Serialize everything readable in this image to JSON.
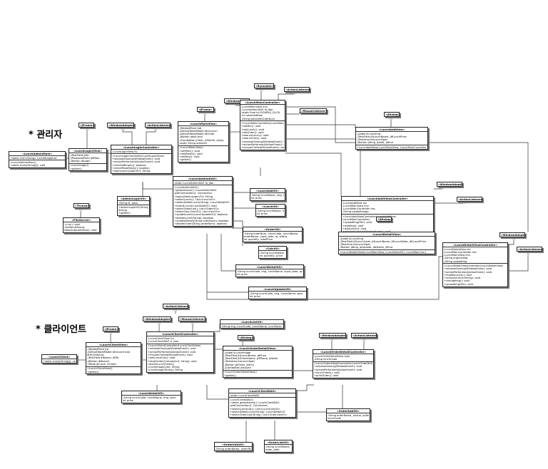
{
  "sections": {
    "admin_title": "* 관리자",
    "client_title": "* 클라이언트"
  },
  "classes": [
    {
      "id": "runnable",
      "name": "«Runnable»",
      "attrs": [],
      "ops": []
    },
    {
      "id": "actionlistener1",
      "name": "«ActionListener»",
      "attrs": [],
      "ops": []
    },
    {
      "id": "windowadapter1",
      "name": "«WindowAdapter»",
      "attrs": [],
      "ops": []
    },
    {
      "id": "mouselistener1",
      "name": "«MouseListener»",
      "attrs": [],
      "ops": []
    },
    {
      "id": "jframe1",
      "name": "«JFrame»",
      "attrs": [],
      "ops": []
    },
    {
      "id": "jdialog1",
      "name": "«JDialog»",
      "attrs": [],
      "ops": []
    },
    {
      "id": "jframe2",
      "name": "«JFrame»",
      "attrs": [],
      "ops": []
    },
    {
      "id": "windowadapter2",
      "name": "«WindowAdapter»",
      "attrs": [],
      "ops": []
    },
    {
      "id": "actionlistener2",
      "name": "«ActionListener»",
      "attrs": [],
      "ops": []
    },
    {
      "id": "lunchmainview",
      "name": "«LunchMainView»",
      "attrs": [
        "-JTabbedPane tab",
        "-DefaultTableModel dtmLunch",
        "-DefaultTableModel dtOrder",
        "-JButton addLunch",
        "-JComboBox jcYear, jcMonth, jcDay",
        "-static String adminId"
      ],
      "ops": [
        "+LunchMainView()",
        "+setYear(): void",
        "+setMonth(): void",
        "+setDay(): void",
        "+getter()"
      ]
    },
    {
      "id": "lunchmaincontroller",
      "name": "«LunchMainController»",
      "attrs": [
        "-LunchMainView lmv",
        "-LunchAdminDAO la_dao",
        "-static final int DOUBLE_CLICK",
        "-int selectedRow",
        "-String selectedOrderNum"
      ],
      "ops": [
        "+LunchMainController(LunchMain)",
        "+setDtc(): void",
        "+setLunch(): void",
        "+setOrder(): void",
        "+searchLunch(): void",
        "+searchCalc(): void",
        "+windowClosing(WindowEvent): void",
        "+actionPerformed(ActionEvent): void",
        "+mouseClicked(MouseEvent): void"
      ]
    },
    {
      "id": "lunchaddview",
      "name": "«LunchAddView»",
      "attrs": [
        "-JLabel jlLunchImg",
        "-JTextField jtfLunchName, jtfLunchPrice",
        "-JTextArea jtaLunchSpec",
        "-JButton jbImg, jbAdd, jbEnd"
      ],
      "ops": [
        "+LunchAddView(LunchMainView, LunchMainController)"
      ]
    },
    {
      "id": "lunchadminmain",
      "name": "«LunchAdminMain»",
      "attrs": [
        "+static List<String> lunchImageList"
      ],
      "ops": [
        "+LunchAdminMain()",
        "+static main(String[]): void"
      ]
    },
    {
      "id": "lunchloginview",
      "name": "«LunchLoginView»",
      "attrs": [
        "-JTextField jtfId",
        "-JPasswordField jpfPass",
        "-JButton jbLogin"
      ],
      "ops": [
        "+LunchLogin()",
        "+getter()"
      ]
    },
    {
      "id": "lunchlogincontroller",
      "name": "«LunchLoginController»",
      "attrs": [
        "-LunchLoginView llv"
      ],
      "ops": [
        "+LunchLoginController(LunchLoginView)",
        "+windowClosing(WindowEvent): void",
        "+actionPerformed(ActionEvent): void",
        "+checkIdEmpty(): boolean",
        "+checkPassEmpty(): boolean",
        "+loginLunch(LoginVO): String"
      ]
    },
    {
      "id": "thread",
      "name": "«Thread»",
      "attrs": [],
      "ops": []
    },
    {
      "id": "fileserver",
      "name": "«FileServer»",
      "attrs": [],
      "ops": [
        "+run(): void",
        "-fileSend(String,",
        "DataOutputStream): void"
      ]
    },
    {
      "id": "adminloginvo",
      "name": "«AdminLoginVO»",
      "attrs": [
        "-String id, pass"
      ],
      "ops": [
        "+AdminLoginVO(String,",
        "String)",
        "+getter()"
      ]
    },
    {
      "id": "lunchadmindao",
      "name": "«LunchAdminDAO»",
      "attrs": [
        "-static LunchAdminDAO la_dao"
      ],
      "ops": [
        "-LunchAdminDAO()",
        "+getInstance(): LunchAdminDAO",
        "-getConnection(): Connection",
        "+login(AdminLoginVO): String",
        "+selectLunch(): List<LunchVO>",
        "+selectDetailLunch(String): LunchDetailVO",
        "+insertLunch(LunchAddVO): void",
        "+selectOrderList(): List<OrderVO>",
        "+selectCalc(CalcVO): List<CalcVO>",
        "+updateLunch(LunchUpdateVO): boolean",
        "+deleteLunch(String): boolean",
        "+updateStatus(String orderNum): boolean",
        "+deleteOrder(String orderNum): boolean"
      ]
    },
    {
      "id": "lunchaddvo",
      "name": "«LunchAddVO»",
      "attrs": [
        "-String lunchName, img, spec,",
        "int price"
      ],
      "ops": []
    },
    {
      "id": "lunchvo",
      "name": "«LunchVO»",
      "attrs": [
        "-String lunchName, img,",
        "int price"
      ],
      "ops": []
    },
    {
      "id": "ordervo",
      "name": "«OrderVO»",
      "attrs": [
        "-String orderNum, lunchCode, lunchName,",
        "orderName, input_date, ip, status",
        "int quantity, totalPrice"
      ],
      "ops": []
    },
    {
      "id": "calcvo",
      "name": "«CalcVO»",
      "attrs": [
        "-String lunchName,",
        "int quantity, price"
      ],
      "ops": []
    },
    {
      "id": "lunchdetailvo",
      "name": "«LunchDetailVO»",
      "attrs": [
        "-String lunchCode, img, lunchName, input_date, spec",
        "int price"
      ],
      "ops": []
    },
    {
      "id": "lunchupdatevo",
      "name": "«LunchUpdateVO»",
      "attrs": [
        "-String lunchCode, img, lunchName, spec",
        "int price"
      ],
      "ops": []
    },
    {
      "id": "lunchaddviewcontroller",
      "name": "«LunchAddViewController»",
      "attrs": [
        "-LunchAddView lav",
        "-LunchMainView lmv",
        "-LunchMainController lmc",
        "-String uploadImage"
      ],
      "ops": [
        "+LunchAddViewController(LunchAddView,",
        "LunchMainController)",
        "+uploadImg(File): void",
        "+addImg(): void",
        "+addLunch(): void",
        "+windowClosing(WindowEvent): void",
        "+actionPerformed(ActionEvent): void"
      ]
    },
    {
      "id": "windowadapter3",
      "name": "«WindowAdapter»",
      "attrs": [],
      "ops": []
    },
    {
      "id": "actionlistener3",
      "name": "«ActionListener»",
      "attrs": [],
      "ops": []
    },
    {
      "id": "jdialog2",
      "name": "«JDialog»",
      "attrs": [],
      "ops": []
    },
    {
      "id": "lunchdetailview",
      "name": "«LunchDetailView»",
      "attrs": [
        "-JLabel jlLunchImg",
        "-JTextField jtfLunchCode, jtfLunchName, jtfLunchDate, jtfLunchPrice",
        "-JTextArea jtaLunchSpec",
        "-JButton jbImg, jbUpdate, jbDelete, jbEnd"
      ],
      "ops": [
        "+LunchDetailView(LunchMainView, LunchDetailVO, LunchMainCon)"
      ]
    },
    {
      "id": "windowadapter4",
      "name": "«WindowAdapter»",
      "attrs": [],
      "ops": []
    },
    {
      "id": "actionlistener4",
      "name": "«ActionListener»",
      "attrs": [],
      "ops": []
    },
    {
      "id": "lunchdetailviewcontroller",
      "name": "«LunchDetailViewController»",
      "attrs": [
        "-LunchDetailView ldv",
        "-LunchMainController lmc",
        "-LunchMainView lmv",
        "-String originalImg",
        "-String uploadImg"
      ],
      "ops": [
        "+LunchDetailViewController(LunchDetailView)",
        "+windowClosing(WindowEvent): void",
        "+actionPerformed(ActionEvent): void",
        "+modifyLunch(): void",
        "+removeLunch(String): void",
        "+changeImg(): void",
        "+uploadImg(File): void"
      ]
    },
    {
      "id": "actionlistener5",
      "name": "«ActionListener»",
      "attrs": [],
      "ops": []
    },
    {
      "id": "jframe3",
      "name": "«JFrame»",
      "attrs": [],
      "ops": []
    },
    {
      "id": "windowadapter5",
      "name": "«WindowAdapter»",
      "attrs": [],
      "ops": []
    },
    {
      "id": "mouselistener2",
      "name": "«MouseListener»",
      "attrs": [],
      "ops": []
    },
    {
      "id": "lunchlistvo",
      "name": "«LunchListVO»",
      "attrs": [
        "-String img, lunchCode, lunchName, lunchSpec"
      ],
      "ops": []
    },
    {
      "id": "lunchclientview",
      "name": "«LunchClientView»",
      "attrs": [
        "-JTabbedPane jtp",
        "-DefaultTableModel dtmLunchList,",
        "dtmOrderList",
        "-JTextField jtfName, jtfTel",
        "-JButton jbSearch",
        "-JTable jtLunch, jtOrder"
      ],
      "ops": [
        "+LunchClientView()",
        "+getter()"
      ]
    },
    {
      "id": "lunchclientcontroller",
      "name": "«LunchClientController»",
      "attrs": [
        "-LunchClientView lcv",
        "-LunchClientDAO lc_dao"
      ],
      "ops": [
        "+LunchClientController(LunchClientView)",
        "+windowClosing(WindowEvent): void",
        "+actionPerformed(ActionEvent): void",
        "+mouseClicked(MouseEvent): void",
        "+setLunchList(): void",
        "+imgCenter(Component, String): void",
        "-searchLunchOrder()",
        "-lunchImage(List): String",
        "-lunchImage(String): String"
      ]
    },
    {
      "id": "lunchclient",
      "name": "«LunchClient»",
      "attrs": [],
      "ops": [
        "+static main(String[]): void"
      ]
    },
    {
      "id": "jdialog3",
      "name": "«JDialog»",
      "attrs": [],
      "ops": []
    },
    {
      "id": "lunchorderdetailview",
      "name": "«LunchOrderDetailView»",
      "attrs": [
        "-JLabel jlLunchImage",
        "-JTextField jtfLunchName, jtfPrice",
        "-JTextField jtfOrderName, jtfPhone, jtfAddr",
        "-JTextArea jtaLunchSpec",
        "-JButton jbOrder, jbEnd",
        "-JComboBox jcbQuan"
      ],
      "ops": [
        "+LunchOrderDetailView()",
        "+getter()"
      ]
    },
    {
      "id": "windowadapter6",
      "name": "«WindowAdapter»",
      "attrs": [],
      "ops": []
    },
    {
      "id": "actionlistener6",
      "name": "«ActionListener»",
      "attrs": [],
      "ops": []
    },
    {
      "id": "lunchorderdetailcontroller",
      "name": "«LunchOrderDetailController»",
      "attrs": [
        "-LunchOrderDetailView lodv",
        "-String lunchCode"
      ],
      "ops": [
        "+LunchOrderDetailController(LunchOrderDetailView)",
        "+windowClosing(WindowEvent): void",
        "+actionPerformed(ActionEvent): void",
        "+lunchOrder(): void",
        "+printOrder(): void"
      ]
    },
    {
      "id": "lunchdetailvo2",
      "name": "«LunchDetailVO»",
      "attrs": [
        "-String lunchCode, lunchName, img, spec",
        "int price"
      ],
      "ops": []
    },
    {
      "id": "lunchclientdao",
      "name": "«LunchClientDAO»",
      "attrs": [
        "-static LunchClientDAO"
      ],
      "ops": [
        "-LunchClientDAO()",
        "+static getInstance(): LunchClientDAO",
        "-getConnection(): Connection",
        "+selectLunchList(): List<LunchListVO>",
        "+selectDetailLunch(String): LunchDetailVO",
        "+selectOrderList(String): List<OrderListVO>"
      ]
    },
    {
      "id": "orderaddvo",
      "name": "«OrderAddVO»",
      "attrs": [
        "-String orderName, phone, ipAddress,",
        "lunchCode"
      ],
      "ops": []
    },
    {
      "id": "orderinfovo",
      "name": "«OrderInfoVO»",
      "attrs": [
        "-String orderName, orderTel"
      ],
      "ops": []
    },
    {
      "id": "orderlistvo",
      "name": "«OrderListVO»",
      "attrs": [
        "-String lunchName,",
        "order_date"
      ],
      "ops": []
    }
  ]
}
